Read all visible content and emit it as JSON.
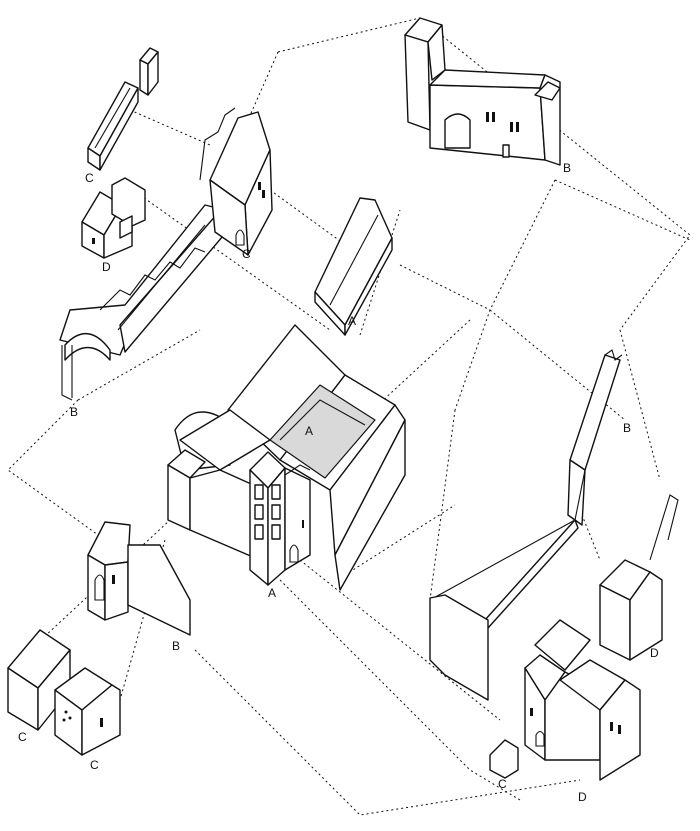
{
  "labels": {
    "a1": "A",
    "a2": "A",
    "a3": "A",
    "b1": "B",
    "b2": "B",
    "b3": "B",
    "b4": "B",
    "c1": "C",
    "c2": "C",
    "c3": "C",
    "c4": "C",
    "c5": "C",
    "d1": "D",
    "d2": "D",
    "d3": "D"
  }
}
